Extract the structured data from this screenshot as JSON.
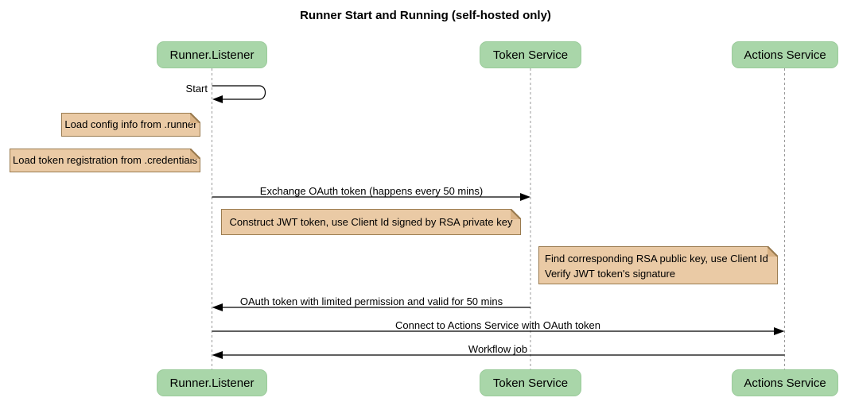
{
  "title": "Runner Start and Running (self-hosted only)",
  "actors": [
    {
      "id": "runner-listener",
      "label": "Runner.Listener"
    },
    {
      "id": "token-service",
      "label": "Token Service"
    },
    {
      "id": "actions-service",
      "label": "Actions Service"
    }
  ],
  "messages": [
    {
      "id": "start",
      "from": "runner-listener",
      "to": "runner-listener",
      "label": "Start"
    },
    {
      "id": "exchange-token",
      "from": "runner-listener",
      "to": "token-service",
      "label": "Exchange OAuth token (happens every 50 mins)"
    },
    {
      "id": "oauth-return",
      "from": "token-service",
      "to": "runner-listener",
      "label": "OAuth token with limited permission and valid for 50 mins"
    },
    {
      "id": "connect",
      "from": "runner-listener",
      "to": "actions-service",
      "label": "Connect to Actions Service with OAuth token"
    },
    {
      "id": "workflow-job",
      "from": "actions-service",
      "to": "runner-listener",
      "label": "Workflow job"
    }
  ],
  "notes": [
    {
      "id": "load-config",
      "text": "Load config info from .runner"
    },
    {
      "id": "load-credentials",
      "text": "Load token registration from .credentials"
    },
    {
      "id": "construct-jwt",
      "text": "Construct JWT token, use Client Id signed by RSA private key"
    },
    {
      "id": "verify-jwt",
      "lines": [
        "Find corresponding RSA public key, use Client Id",
        "Verify JWT token's signature"
      ]
    }
  ],
  "colors": {
    "background": "#ffffff",
    "actor_fill": "#A9D6A9",
    "actor_border": "#9BCB9B",
    "note_fill": "#EACAA5",
    "note_border": "#9A7B4F",
    "lifeline": "#9a9a9a",
    "arrow": "#000000"
  }
}
